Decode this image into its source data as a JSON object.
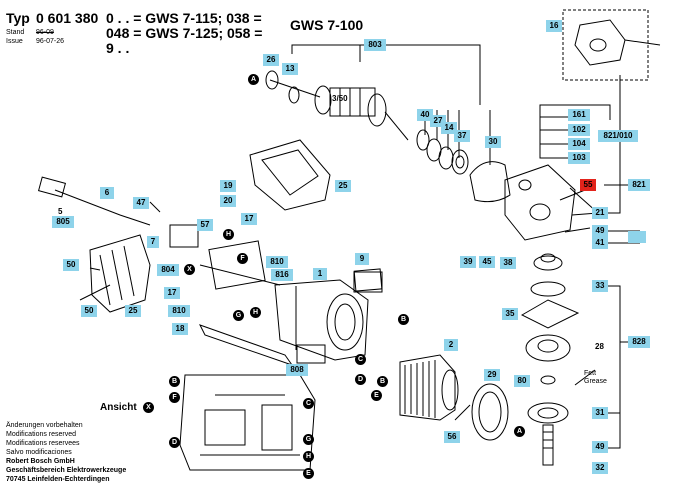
{
  "header": {
    "typ_label": "Typ",
    "typ_number": "0 601 380",
    "line1_code": "0 . . = GWS 7-115; 038 =",
    "line2_code": "048 = GWS 7-125; 058 =",
    "line3_code": "9 . .",
    "model": "GWS 7-100",
    "stand_label": "Stand",
    "stand_value": "96-09",
    "issue_label": "Issue",
    "issue_value": "96-07-26"
  },
  "footer": {
    "lines": [
      "Änderungen vorbehalten",
      "Modifications reserved",
      "Modifications reservees",
      "Salvo modificaciones",
      "Robert Bosch GmbH",
      "Geschäftsbereich Elektrowerkzeuge",
      "70745 Leinfelden-Echterdingen"
    ]
  },
  "view": {
    "ansicht_label": "Ansicht",
    "ansicht_marker": "X"
  },
  "grease_note": {
    "line1": "Fett",
    "line2": "Grease"
  },
  "part_labels": {
    "p803": "803",
    "p16": "16",
    "p26": "26",
    "p13": "13",
    "p3_50": "3/50",
    "p40": "40",
    "p27": "27",
    "p14": "14",
    "p37": "37",
    "p30": "30",
    "p161": "161",
    "p102": "102",
    "p104": "104",
    "p103": "103",
    "p821_010": "821/010",
    "p821": "821",
    "p55": "55",
    "p21": "21",
    "p49a": "49",
    "p41": "41",
    "p39": "39",
    "p45": "45",
    "p38": "38",
    "p33": "33",
    "p35": "35",
    "p828": "828",
    "p28": "28",
    "p80": "80",
    "p31": "31",
    "p49b": "49",
    "p32": "32",
    "p29": "29",
    "p56": "56",
    "p2": "2",
    "p9": "9",
    "p1": "1",
    "p25a": "25",
    "p19": "19",
    "p20": "20",
    "p6": "6",
    "p5": "5",
    "p805": "805",
    "p47": "47",
    "p57": "57",
    "p7": "7",
    "p17a": "17",
    "p804": "804",
    "p810a": "810",
    "p816": "816",
    "p50a": "50",
    "p50b": "50",
    "p25b": "25",
    "p17b": "17",
    "p810b": "810",
    "p18": "18",
    "p808": "808"
  },
  "markers": {
    "A1": "A",
    "A2": "A",
    "B1": "B",
    "B2": "B",
    "B3": "B",
    "C1": "C",
    "C2": "C",
    "D1": "D",
    "D2": "D",
    "E1": "E",
    "E2": "E",
    "F1": "F",
    "F2": "F",
    "G1": "G",
    "G2": "G",
    "H1": "H",
    "H2": "H",
    "H3": "H",
    "X1": "X"
  }
}
